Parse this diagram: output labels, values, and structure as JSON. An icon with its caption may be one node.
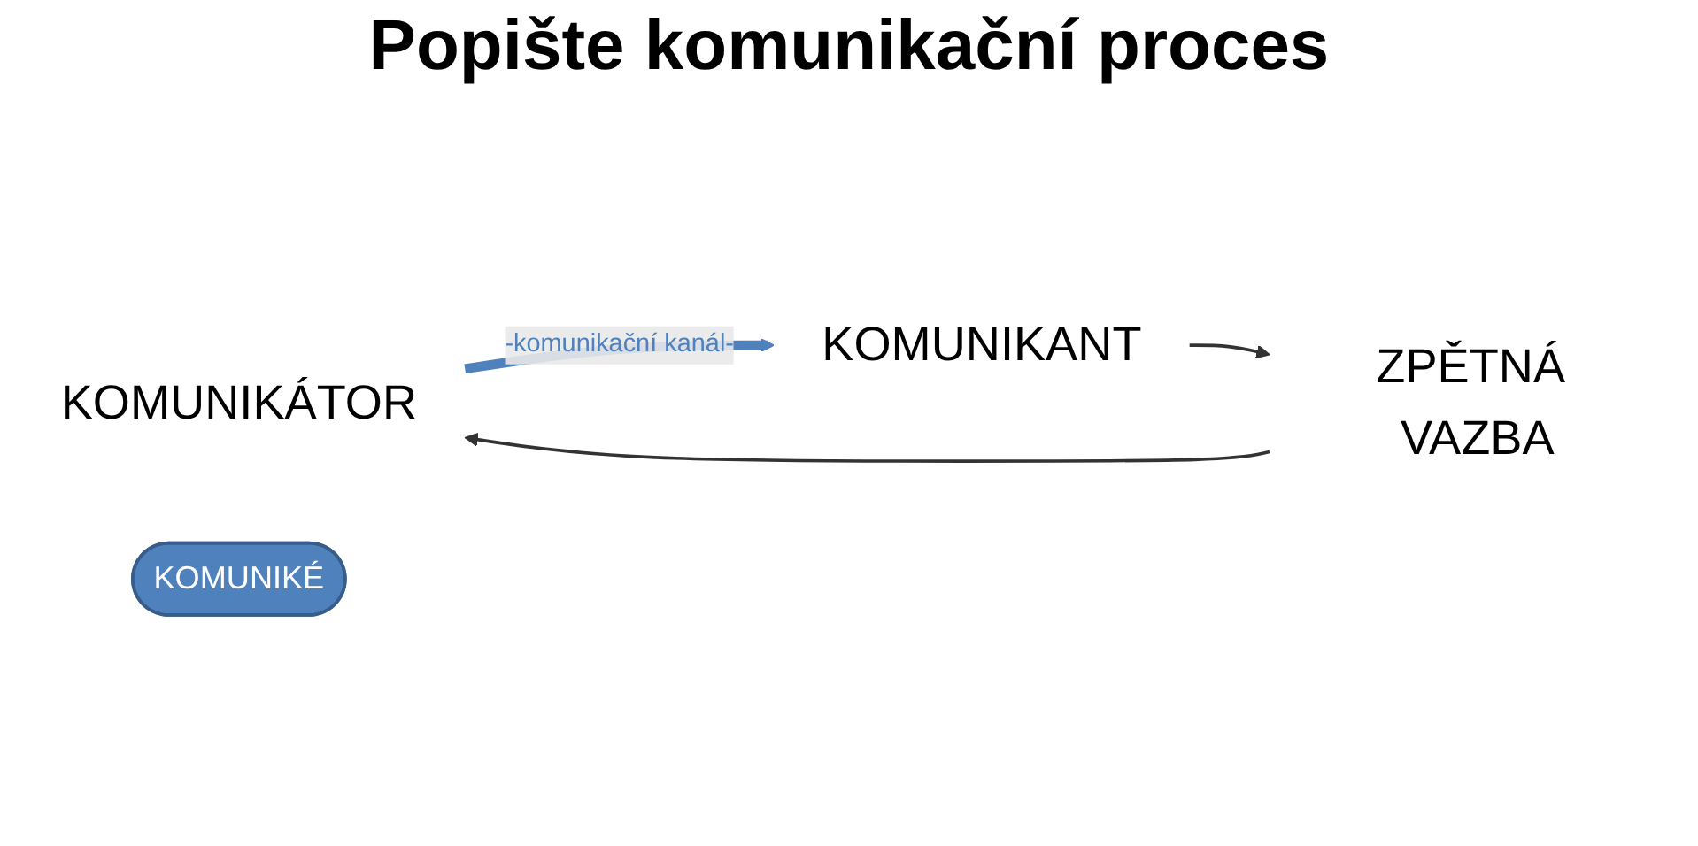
{
  "diagram": {
    "title": "Popište komunikační proces",
    "nodes": [
      {
        "text": [
          "KOMUNIKÁTOR"
        ]
      },
      {
        "text": [
          "KOMUNIKÉ"
        ]
      },
      {
        "text": [
          "KOMUNIKANT"
        ]
      },
      {
        "text": [
          "ZPĚTNÁ VAZBA"
        ]
      }
    ],
    "edges": [
      {
        "from": 0,
        "to": 2,
        "arrow": "to",
        "label": "-komunikační kanál-",
        "style": "thick",
        "color": "#4f81bd"
      },
      {
        "from": 2,
        "to": 3,
        "arrow": "to"
      },
      {
        "from": 3,
        "to": 0,
        "arrow": "to"
      }
    ]
  }
}
